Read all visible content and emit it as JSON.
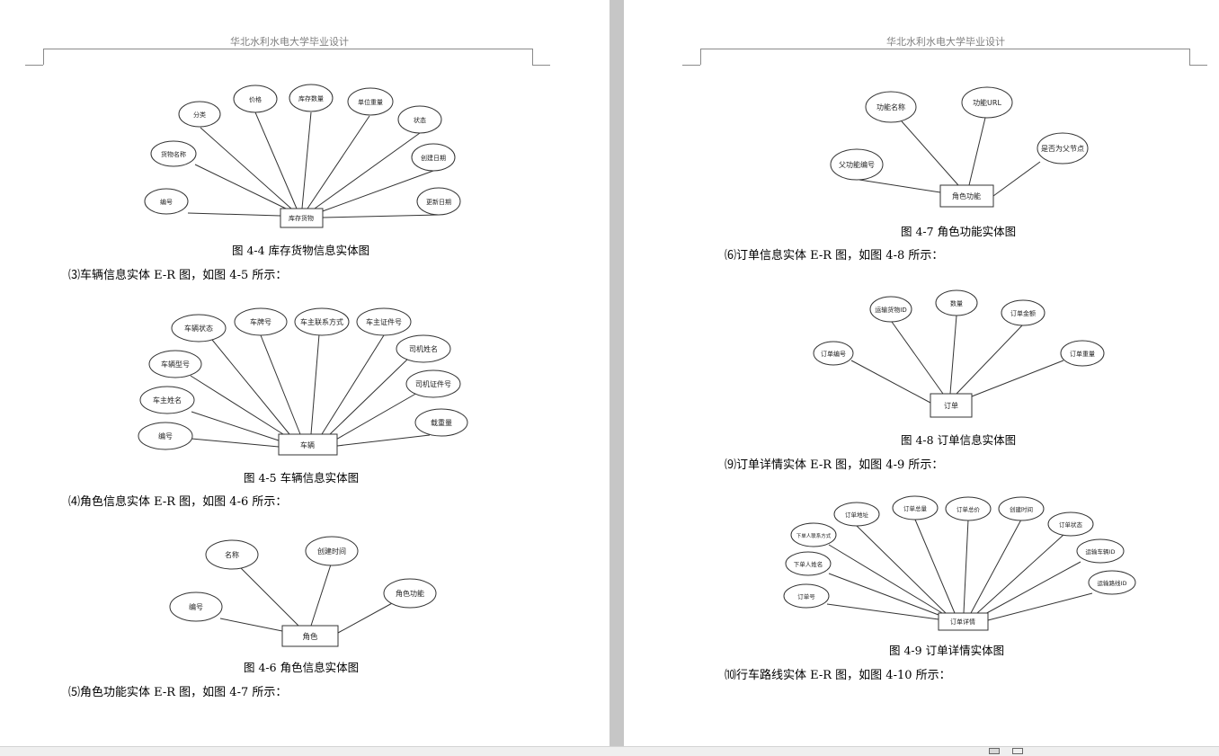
{
  "header_text": "华北水利水电大学毕业设计",
  "left_page": {
    "diagrams": [
      {
        "entity": "库存货物",
        "attributes": [
          "编号",
          "货物名称",
          "分类",
          "价格",
          "库存数量",
          "单位重量",
          "状态",
          "创建日期",
          "更新日期"
        ],
        "caption": "图 4-4 库存货物信息实体图"
      },
      {
        "entity": "车辆",
        "attributes": [
          "编号",
          "车主姓名",
          "车辆型号",
          "车辆状态",
          "车牌号",
          "车主联系方式",
          "车主证件号",
          "司机姓名",
          "司机证件号",
          "载重量"
        ],
        "caption": "图 4-5 车辆信息实体图"
      },
      {
        "entity": "角色",
        "attributes": [
          "编号",
          "名称",
          "创建时间",
          "角色功能"
        ],
        "caption": "图 4-6 角色信息实体图"
      }
    ],
    "paragraphs": [
      "⑶车辆信息实体 E-R 图，如图 4-5 所示：",
      "⑷角色信息实体 E-R 图，如图 4-6 所示：",
      "⑸角色功能实体 E-R 图，如图 4-7 所示："
    ]
  },
  "right_page": {
    "diagrams": [
      {
        "entity": "角色功能",
        "attributes": [
          "父功能编号",
          "功能名称",
          "功能URL",
          "是否为父节点"
        ],
        "caption": "图 4-7 角色功能实体图"
      },
      {
        "entity": "订单",
        "attributes": [
          "订单编号",
          "运输货物ID",
          "数量",
          "订单金额",
          "订单重量"
        ],
        "caption": "图 4-8 订单信息实体图"
      },
      {
        "entity": "订单详情",
        "attributes": [
          "订单号",
          "下单人姓名",
          "下单人联系方式",
          "订单地址",
          "订单总量",
          "订单总价",
          "创建时间",
          "订单状态",
          "运输车辆ID",
          "运输路线ID"
        ],
        "caption": "图 4-9 订单详情实体图"
      }
    ],
    "paragraphs": [
      "⑹订单信息实体 E-R 图，如图 4-8 所示：",
      "⑼订单详情实体 E-R 图，如图 4-9 所示：",
      "⑽行车路线实体 E-R 图，如图 4-10 所示："
    ]
  }
}
